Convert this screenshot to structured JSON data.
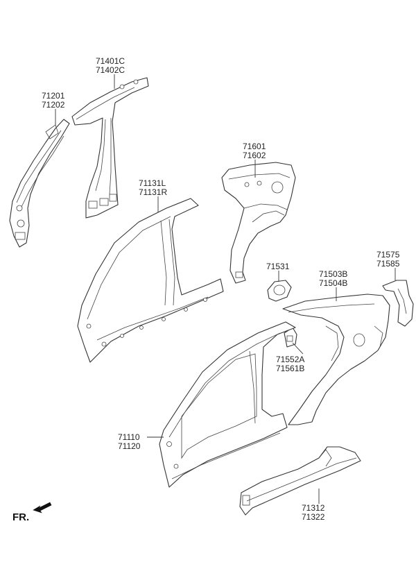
{
  "callouts": {
    "a_pillar_inner": [
      "71201",
      "71202"
    ],
    "b_pillar_outer": [
      "71401C",
      "71402C"
    ],
    "inner_side_panel": [
      "71131L",
      "71131R"
    ],
    "rear_wheelhouse": [
      "71601",
      "71602"
    ],
    "fuel_filler": [
      "71531"
    ],
    "quarter_panel": [
      "71503B",
      "71504B"
    ],
    "tail_bracket": [
      "71575",
      "71585"
    ],
    "small_bracket": [
      "71552A",
      "71561B"
    ],
    "side_outer_panel": [
      "71110",
      "71120"
    ],
    "side_sill": [
      "71312",
      "71322"
    ]
  },
  "orientation": {
    "label": "FR.",
    "arrow_icon": "front-direction-arrow"
  }
}
